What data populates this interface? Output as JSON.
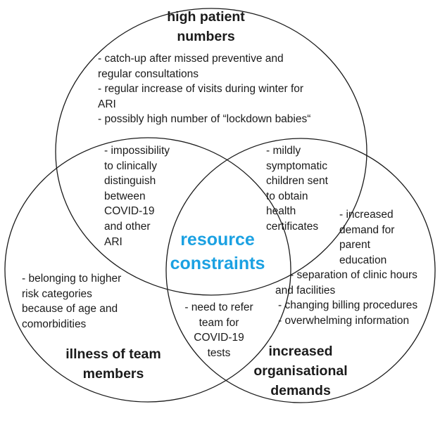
{
  "accent_color": "#1ba1e2",
  "diagram": {
    "type": "venn-3",
    "center_label": [
      "resource",
      "constraints"
    ],
    "sets": {
      "top": {
        "title": [
          "high patient",
          "numbers"
        ],
        "lines": [
          "- catch-up after missed preventive and",
          "regular consultations",
          "- regular increase of visits during winter for",
          "ARI",
          "- possibly high number of “lockdown babies“"
        ]
      },
      "left": {
        "title": [
          "illness of team",
          "members"
        ],
        "lines": [
          "- belonging to higher",
          "risk categories",
          "because of age and",
          "comorbidities"
        ]
      },
      "right": {
        "title": [
          "increased",
          "organisational",
          "demands"
        ],
        "lines_upper": [
          "- increased",
          "demand for",
          "parent",
          "education"
        ],
        "lines_lower": [
          "- separation of clinic hours",
          "and facilities",
          "- changing billing procedures",
          "- overwhelming information"
        ]
      }
    },
    "overlaps": {
      "top_left": [
        "- impossibility",
        "to clinically",
        "distinguish",
        "between",
        "COVID-19",
        "and other",
        "ARI"
      ],
      "top_right": [
        "- mildly",
        "symptomatic",
        "children sent",
        "to obtain",
        "health",
        "certificates"
      ],
      "left_right": [
        "- need to refer",
        "team for",
        "COVID-19",
        "tests"
      ]
    }
  }
}
